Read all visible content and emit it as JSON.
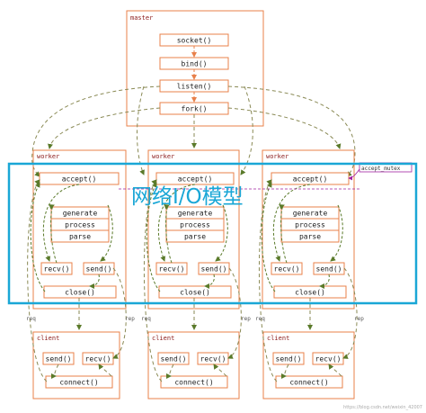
{
  "master": {
    "title": "master",
    "steps": [
      "socket()",
      "bind()",
      "listen()",
      "fork()"
    ]
  },
  "worker": {
    "title": "worker",
    "accept": "accept()",
    "handler": [
      "generate",
      "process",
      "parse"
    ],
    "recv": "recv()",
    "send": "send()",
    "close": "close()"
  },
  "client": {
    "title": "client",
    "send": "send()",
    "recv": "recv()",
    "connect": "connect()"
  },
  "labels": {
    "accept_mutex": "accept_mutex",
    "req": "req",
    "rep": "rep",
    "overlay": "网络I/O模型",
    "watermark": "https://blog.csdn.net/weixin_42007"
  },
  "colors": {
    "box_border": "#e8804a",
    "arrow": "#e8804a",
    "dashed": "#8a8a55",
    "highlight": "#1aa7d6",
    "mutex": "#a020a0"
  }
}
